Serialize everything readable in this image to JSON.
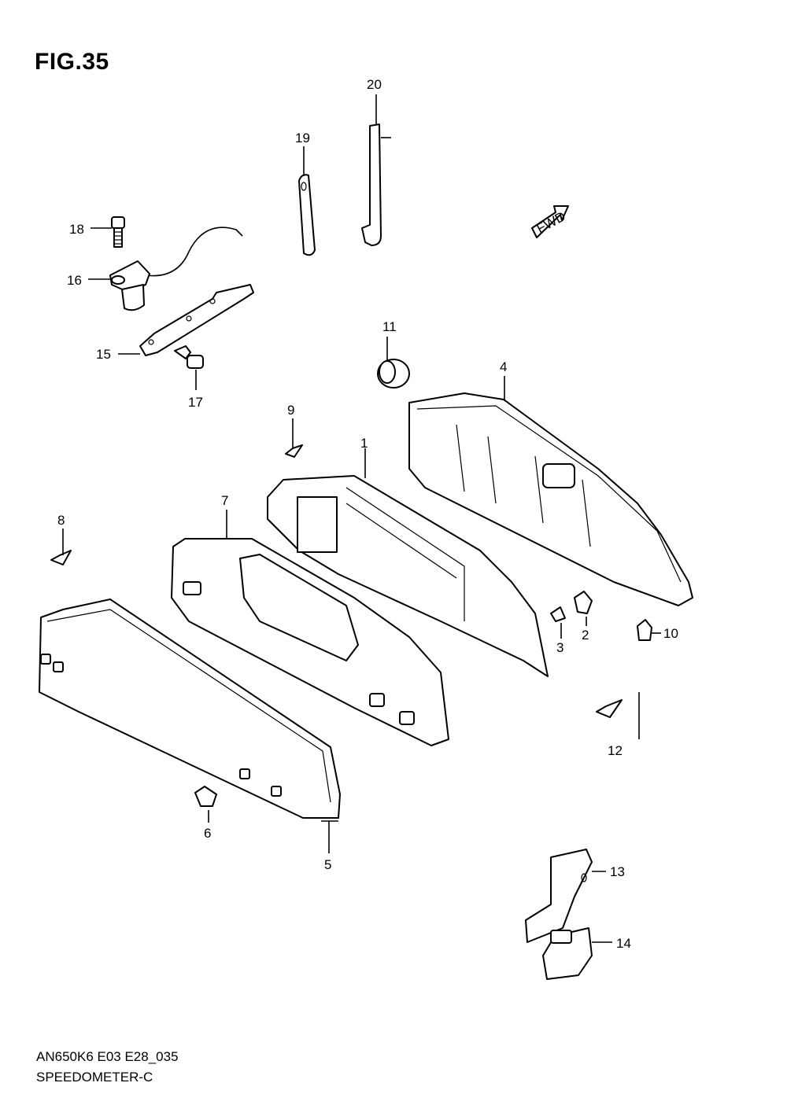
{
  "figure": {
    "title": "FIG.35",
    "model_code": "AN650K6 E03 E28_035",
    "name": "SPEEDOMETER-C",
    "fwd_marker": "FWD"
  },
  "callouts": [
    "1",
    "2",
    "3",
    "4",
    "5",
    "6",
    "7",
    "8",
    "9",
    "10",
    "11",
    "12",
    "13",
    "14",
    "15",
    "16",
    "17",
    "18",
    "19",
    "20"
  ]
}
